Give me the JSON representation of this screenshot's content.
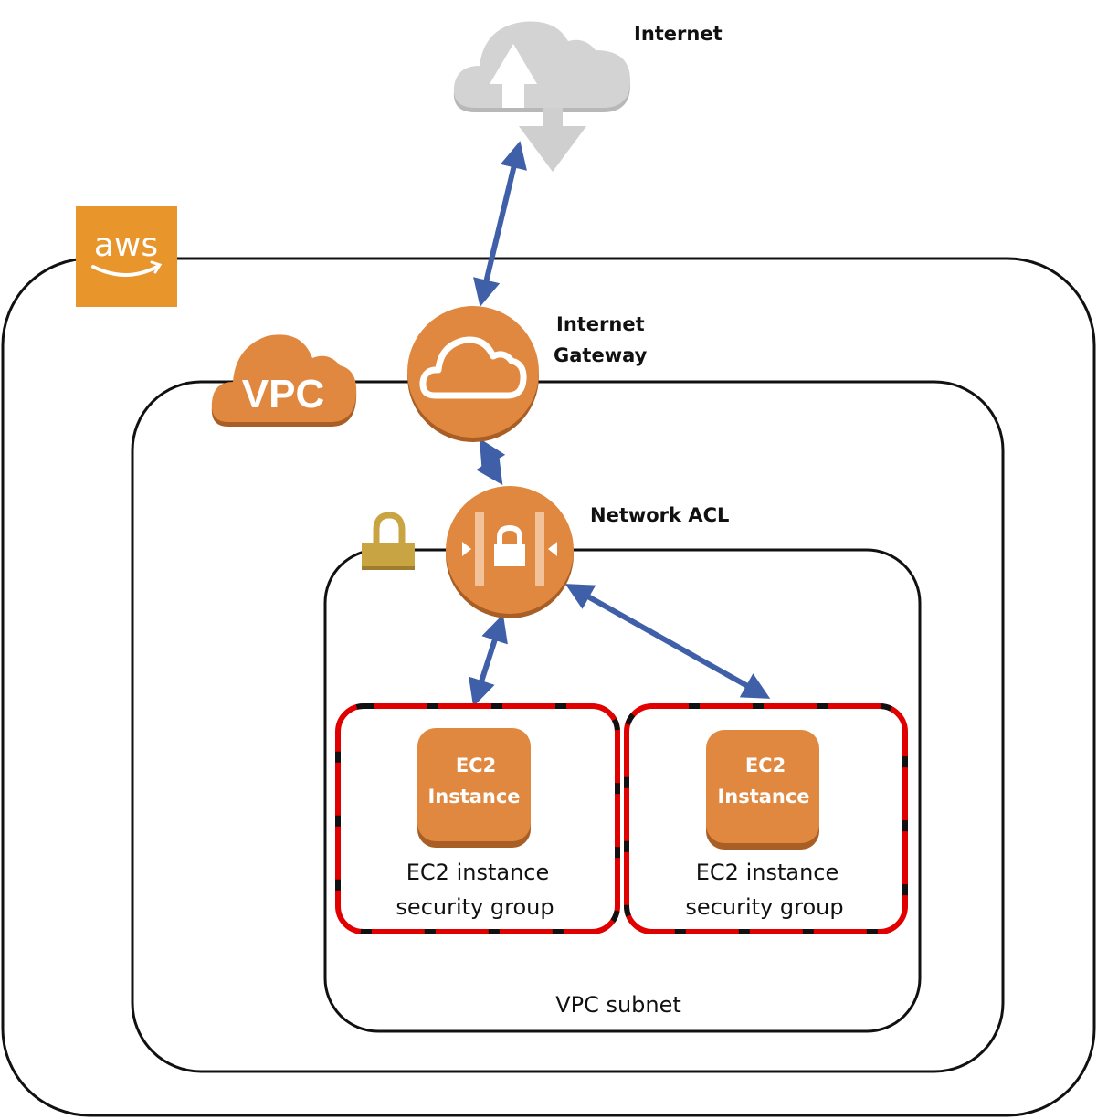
{
  "labels": {
    "internet": "Internet",
    "internet_gateway_line1": "Internet",
    "internet_gateway_line2": "Gateway",
    "network_acl": "Network ACL",
    "vpc_badge": "VPC",
    "aws_logo": "aws",
    "vpc_subnet": "VPC subnet"
  },
  "security_groups": [
    {
      "instance_line1": "EC2",
      "instance_line2": "Instance",
      "caption_line1": "EC2 instance",
      "caption_line2": "security group"
    },
    {
      "instance_line1": "EC2",
      "instance_line2": "Instance",
      "caption_line1": "EC2 instance",
      "caption_line2": "security group"
    }
  ],
  "icons": {
    "internet": "cloud-upload-download-icon",
    "aws": "aws-logo-icon",
    "vpc": "vpc-cloud-icon",
    "internet_gateway": "internet-gateway-icon",
    "network_acl": "network-acl-icon",
    "subnet_lock": "padlock-icon",
    "ec2": "ec2-instance-icon"
  },
  "connections": [
    {
      "from": "internet",
      "to": "internet_gateway",
      "bidirectional": true
    },
    {
      "from": "internet_gateway",
      "to": "network_acl",
      "bidirectional": true
    },
    {
      "from": "network_acl",
      "to": "security_group_1",
      "bidirectional": true
    },
    {
      "from": "network_acl",
      "to": "security_group_2",
      "bidirectional": true
    }
  ],
  "colors": {
    "aws_orange": "#E8952B",
    "service_orange": "#E08840",
    "service_shadow": "#A85E24",
    "arrow_blue": "#3F5FA8",
    "lock_gold": "#C9A443",
    "sg_red": "#E00000",
    "cloud_gray": "#D0D0D0"
  }
}
